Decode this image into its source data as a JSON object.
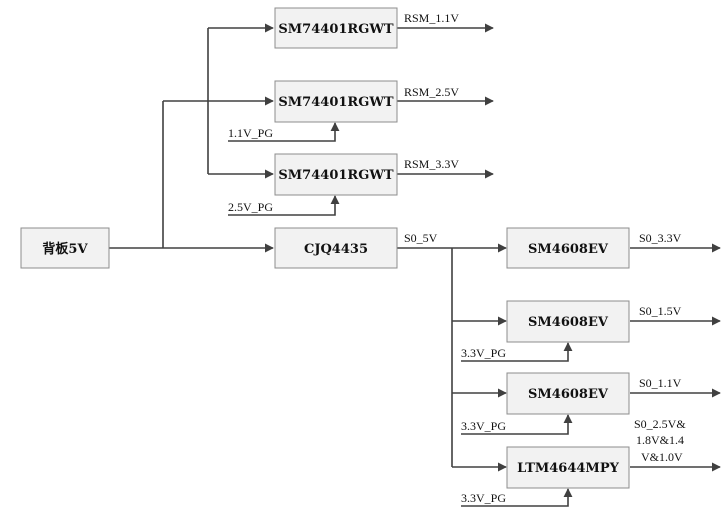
{
  "blocks": {
    "backplane": "背板5V",
    "ldo_1": "SM74401RGWT",
    "ldo_2": "SM74401RGWT",
    "ldo_3": "SM74401RGWT",
    "load_switch": "CJQ4435",
    "buck_1": "SM4608EV",
    "buck_2": "SM4608EV",
    "buck_3": "SM4608EV",
    "module": "LTM4644MPY"
  },
  "rails": {
    "rsm_1v1": "RSM_1.1V",
    "rsm_2v5": "RSM_2.5V",
    "rsm_3v3": "RSM_3.3V",
    "s0_5v": "S0_5V",
    "s0_3v3": "S0_3.3V",
    "s0_1v5": "S0_1.5V",
    "s0_1v1": "S0_1.1V",
    "s0_multi_line1": "S0_2.5V&",
    "s0_multi_line2": "1.8V&1.4",
    "s0_multi_line3": "V&1.0V"
  },
  "enables": {
    "pg_1v1": "1.1V_PG",
    "pg_2v5": "2.5V_PG",
    "pg_3v3_a": "3.3V_PG",
    "pg_3v3_b": "3.3V_PG",
    "pg_3v3_c": "3.3V_PG"
  }
}
